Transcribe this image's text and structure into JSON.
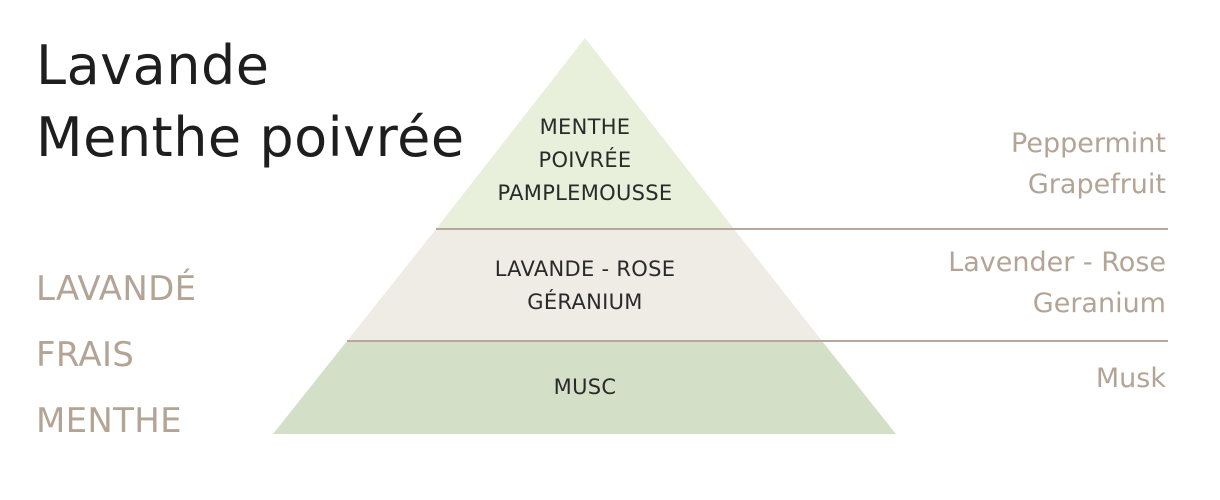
{
  "title": {
    "line1": "Lavande",
    "line2": "Menthe poivrée"
  },
  "keywords": [
    "LAVANDÉ",
    "FRAIS",
    "MENTHE"
  ],
  "pyramid": {
    "top": {
      "lines": [
        "MENTHE",
        "POIVRÉE",
        "PAMPLEMOUSSE"
      ],
      "english": [
        "Peppermint",
        "Grapefruit"
      ],
      "color": "#e8f0dc"
    },
    "middle": {
      "lines": [
        "LAVANDE - ROSE",
        "GÉRANIUM"
      ],
      "english": [
        "Lavender - Rose",
        "Geranium"
      ],
      "color": "#efece6"
    },
    "base": {
      "lines": [
        "MUSC"
      ],
      "english": [
        "Musk"
      ],
      "color": "#d3dfc7"
    },
    "divider_color": "#b7a899"
  }
}
